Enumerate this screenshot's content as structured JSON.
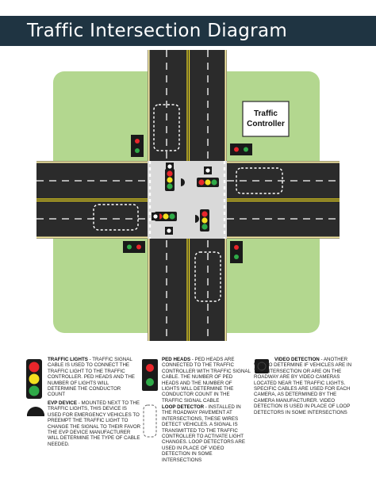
{
  "header": {
    "title": "Traffic Intersection Diagram"
  },
  "controller": {
    "line1": "Traffic",
    "line2": "Controller"
  },
  "legend": {
    "traffic_lights": {
      "title": "TRAFFIC LIGHTS",
      "text": " - TRAFFIC SIGNAL CABLE IS USED TO CONNECT THE TRAFFIC LIGHT TO THE TRAFFIC CONTROLLER.  PED HEADS AND THE NUMBER OF LIGHTS WILL DETERMINE THE CONDUCTOR COUNT"
    },
    "evp_device": {
      "title": "EVP DEVICE",
      "text": " - MOUNTED NEXT TO THE TRAFFIC LIGHTS, THIS DEVICE IS USED FOR EMERGENCY VEHICLES TO PREEMPT THE TRAFFIC LIGHT TO CHANGE THE SIGNAL TO THEIR FAVOR THE EVP DEVICE MANUFACTURER WILL DETERMINE THE TYPE OF CABLE NEEDED."
    },
    "ped_heads": {
      "title": "PED HEADS",
      "text": " - PED HEADS ARE CONNECTED TO THE TRAFFIC CONTROLLER WITH TRAFFIC SIGNAL CABLE.  THE NUMBER OF PED HEADS AND THE NUMBER OF LIGHTS WILL DETERMINE THE CONDUCTOR COUNT IN THE TRAFFIC SIGNAL CABLE"
    },
    "loop_detector": {
      "title": "LOOP DETECTOR",
      "text": " - INSTALLED IN THE ROADWAY PAVEMENT AT INTERSECTIONS, THESE WIRES DETECT VEHICLES.  A SIGNAL IS TRANSMITTED TO THE TRAFFIC CONTROLLER TO ACTIVATE LIGHT CHANGES.  LOOP DETECTORS ARE USED IN PLACE OF VIDEO DETECTION IN SOME INTERSECTIONS"
    },
    "video_detection": {
      "title": "VIDEO DETECTION",
      "text": " - ANOTHER WAY TO DETERMINE IF VEHICLES ARE IN THE INTERSECTION OR ARE ON THE ROADWAY ARE BY VIDEO CAMERAS LOCATED NEAR THE TRAFFIC LIGHTS. SPECIFIC CABLES ARE USED FOR EACH CAMERA, AS DETERMINED BY THE CAMERA MANUFACTURER.  VIDEO DETECTION IS USED IN PLACE OF LOOP DETECTORS IN SOME INTERSECTIONS"
    }
  },
  "colors": {
    "header_band": "#1f3442",
    "grass": "#b3d78f",
    "road": "#2b2b2b",
    "road_edge": "#fff2a8",
    "intersection": "#d9d9d9",
    "signal_red": "#e8262b",
    "signal_yellow": "#f4df1f",
    "signal_green": "#2faa48"
  }
}
